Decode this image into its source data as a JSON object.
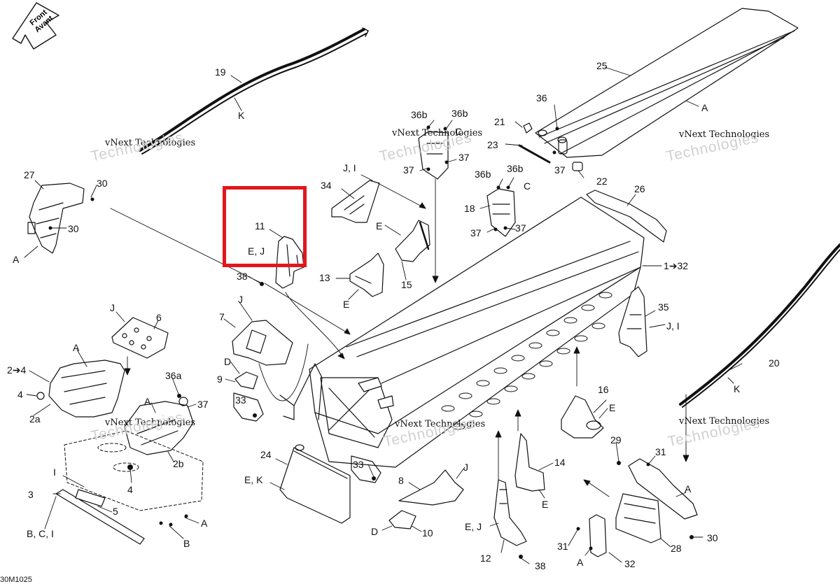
{
  "front_arrow": {
    "line1": "Front",
    "line2": "Avant"
  },
  "drawing_code": "30M1025",
  "highlight_color": "#e3161c",
  "watermark": {
    "line1": "vNext Technologies",
    "line2": "Technologies"
  },
  "labels": {
    "l19": "19",
    "lK1": "K",
    "l27": "27",
    "l30a": "30",
    "l30b": "30",
    "lA1": "A",
    "l11": "11",
    "lEJ1": "E, J",
    "l38a": "38",
    "l34": "34",
    "lJI1": "J, I",
    "l36b1": "36b",
    "l36b2": "36b",
    "lC1": "C",
    "l37a": "37",
    "l37b": "37",
    "l36b3": "36b",
    "l36b4": "36b",
    "lC2": "C",
    "l18": "18",
    "l37c": "37",
    "l37d": "37",
    "l21": "21",
    "l23": "23",
    "l36": "36",
    "l37e": "37",
    "l22": "22",
    "l25": "25",
    "lA2": "A",
    "lE1": "E",
    "l15": "15",
    "l13": "13",
    "lE2": "E",
    "l26": "26",
    "l132": "1➔32",
    "l35": "35",
    "lJI2": "J, I",
    "lJ1": "J",
    "l6": "6",
    "lJ2": "J",
    "l7": "7",
    "lA3": "A",
    "l24arrow": "2➔4",
    "l4a": "4",
    "l2a": "2a",
    "lD1": "D",
    "l9": "9",
    "l36a": "36a",
    "lA4": "A",
    "l37f": "37",
    "l2b": "2b",
    "l33a": "33",
    "l16": "16",
    "lE3": "E",
    "l20": "20",
    "lK2": "K",
    "lI1": "I",
    "l4b": "4",
    "l3": "3",
    "l5": "5",
    "lBCI": "B, C, I",
    "lA5": "A",
    "lB1": "B",
    "l24": "24",
    "lEK": "E, K",
    "l33b": "33",
    "lJ3": "J",
    "l8": "8",
    "lD2": "D",
    "l10": "10",
    "l14": "14",
    "lE4": "E",
    "lEJ2": "E, J",
    "l12": "12",
    "l38b": "38",
    "l29": "29",
    "l31a": "31",
    "lA6": "A",
    "l31b": "31",
    "lA7": "A",
    "l32": "32",
    "l28": "28",
    "l30c": "30"
  }
}
